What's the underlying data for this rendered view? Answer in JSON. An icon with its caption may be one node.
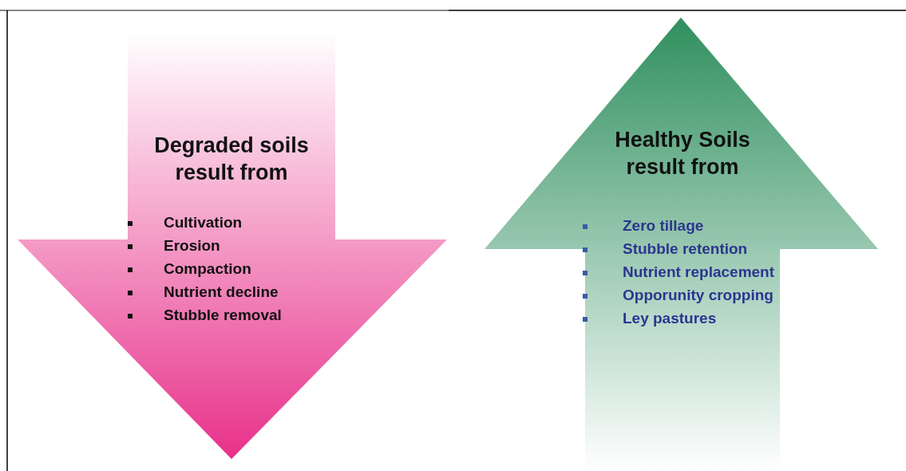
{
  "diagram": {
    "nodes": [
      {
        "text": [
          "Degraded soils result from",
          "Cultivation",
          "Erosion",
          "Compaction",
          "Nutrient decline",
          "Stubble removal"
        ]
      },
      {
        "text": [
          "Healthy Soils result from",
          "Zero tillage",
          "Stubble retention",
          "Nutrient replacement",
          "Opporunity cropping",
          "Ley pastures"
        ]
      }
    ]
  }
}
